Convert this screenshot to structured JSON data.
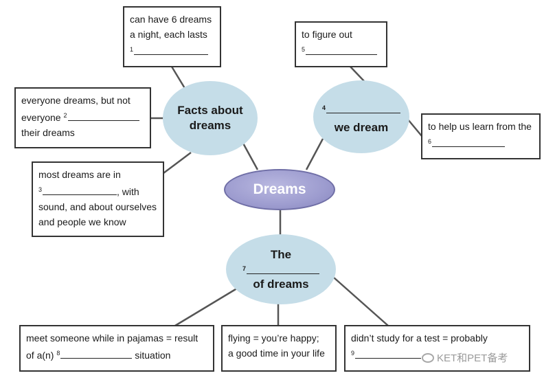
{
  "center": {
    "label": "Dreams"
  },
  "bubbles": {
    "facts": {
      "line1": "Facts about",
      "line2": "dreams"
    },
    "why": {
      "num": "4",
      "line": "we dream"
    },
    "meaning": {
      "line1": "The",
      "num": "7",
      "line2": "of dreams"
    }
  },
  "boxes": {
    "six_dreams": {
      "line1": "can have 6 dreams",
      "line2": "a night, each lasts",
      "num": "1"
    },
    "everyone": {
      "line1": "everyone dreams, but not",
      "line2_prefix": "everyone",
      "num": "2",
      "line3": "their dreams"
    },
    "most_dreams": {
      "line1": "most dreams are in",
      "num": "3",
      "line2_suffix": ", with",
      "line3": "sound, and about ourselves",
      "line4": "and people we know"
    },
    "figure_out": {
      "line1": "to figure out",
      "num": "5"
    },
    "learn": {
      "line1": "to help us learn from the",
      "num": "6"
    },
    "pajamas": {
      "line1": "meet someone while in pajamas = result",
      "line2_prefix": "of a(n)",
      "num": "8",
      "line2_suffix": "situation"
    },
    "flying": {
      "line1": "flying = you’re happy;",
      "line2": "a good time in your life"
    },
    "test": {
      "line1": "didn’t study for a test = probably",
      "num": "9"
    }
  },
  "watermark": {
    "text": "KET和PET备考"
  },
  "colors": {
    "bubble": "#c5dde8",
    "center": "#9d9ccf",
    "border": "#333333",
    "line": "#555555"
  }
}
